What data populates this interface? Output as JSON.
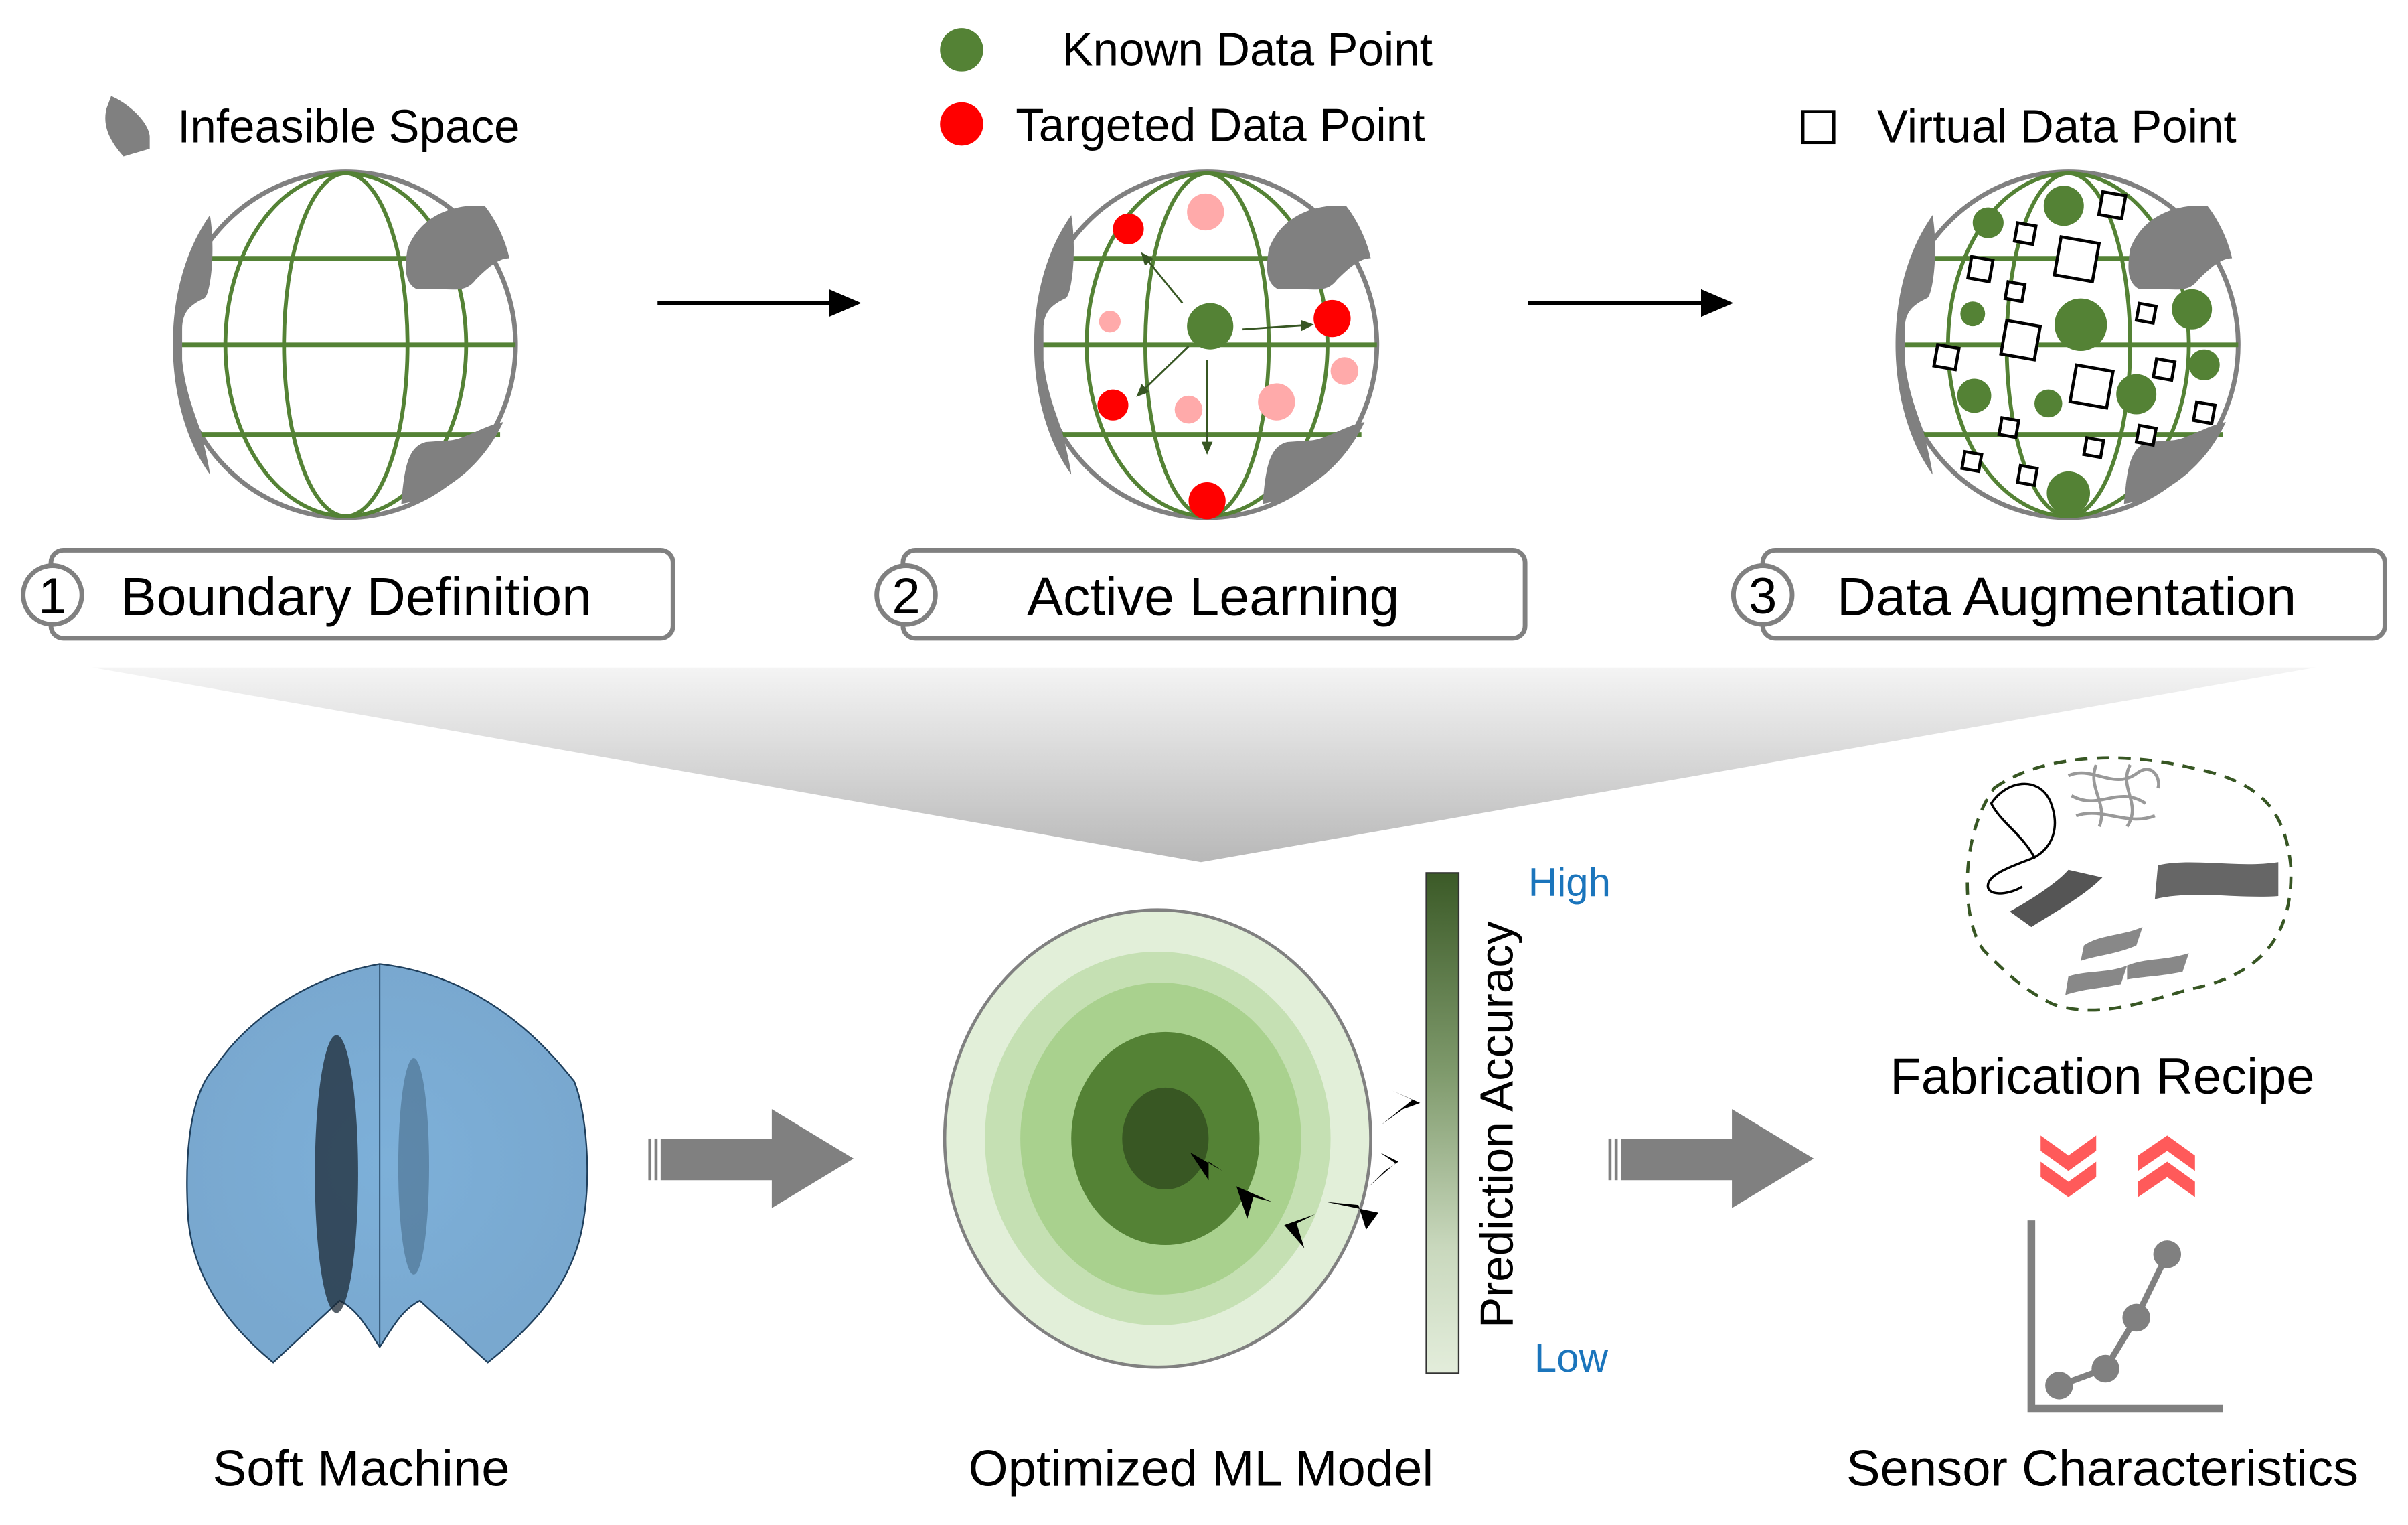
{
  "legend": {
    "infeasible": "Infeasible Space",
    "known": "Known Data Point",
    "targeted": "Targeted Data Point",
    "virtual": "Virtual Data Point"
  },
  "steps": [
    {
      "number": "1",
      "label": "Boundary Definition"
    },
    {
      "number": "2",
      "label": "Active Learning"
    },
    {
      "number": "3",
      "label": "Data Augmentation"
    }
  ],
  "bottom": {
    "soft_machine": "Soft Machine",
    "ml_model": "Optimized ML Model",
    "fabrication": "Fabrication Recipe",
    "sensor": "Sensor Characteristics"
  },
  "colorbar": {
    "title": "Prediction Accuracy",
    "high": "High",
    "low": "Low"
  },
  "colors": {
    "green": "#548235",
    "red": "#ff0000",
    "pink": "#ffaaaa",
    "gray": "#808080",
    "blue_shape": "#7eaed6",
    "label_blue": "#1b75bc",
    "chevron": "#ff5a5a"
  }
}
